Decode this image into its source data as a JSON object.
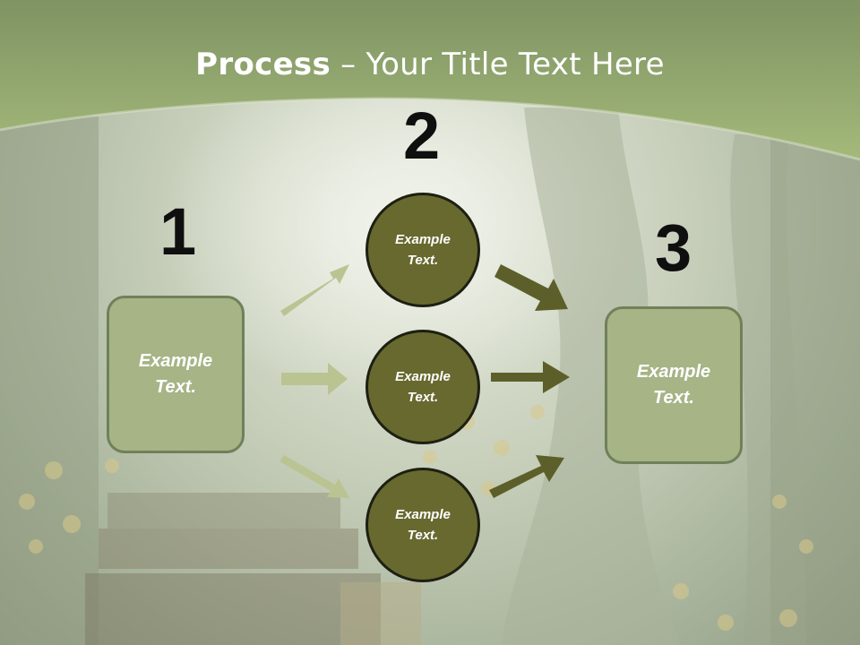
{
  "title": {
    "bold": "Process",
    "rest": " – Your Title Text Here"
  },
  "steps": {
    "num1": "1",
    "num2": "2",
    "num3": "3"
  },
  "left_box": {
    "text": "Example Text."
  },
  "circles": [
    {
      "text": "Example Text."
    },
    {
      "text": "Example Text."
    },
    {
      "text": "Example Text."
    }
  ],
  "right_box": {
    "text": "Example Text."
  },
  "colors": {
    "header_green": "#a2b57a",
    "box_fill": "#a6b486",
    "circle_fill": "#67692f",
    "light_arrow": "#b9c492",
    "dark_arrow": "#5d5f2a"
  }
}
